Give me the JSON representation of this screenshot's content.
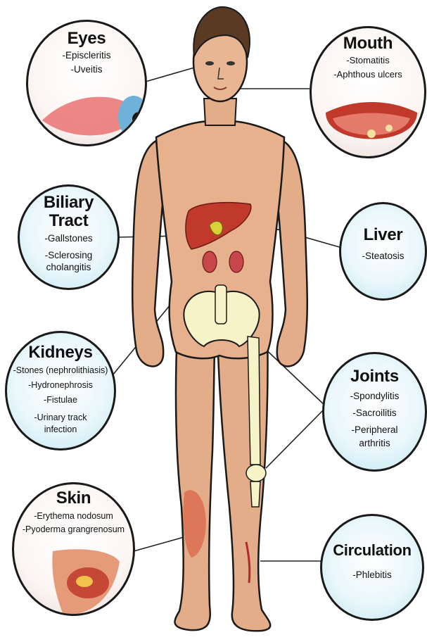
{
  "eyes": {
    "title": "Eyes",
    "items": [
      "-Episcleritis",
      "-Uveitis"
    ]
  },
  "mouth": {
    "title": "Mouth",
    "items": [
      "-Stomatitis",
      "-Aphthous ulcers"
    ]
  },
  "biliary": {
    "title_line1": "Biliary",
    "title_line2": "Tract",
    "items": [
      "-Gallstones",
      "-Sclerosing",
      "cholangitis"
    ]
  },
  "liver": {
    "title": "Liver",
    "items": [
      "-Steatosis"
    ]
  },
  "kidneys": {
    "title": "Kidneys",
    "items": [
      "-Stones (nephrolithiasis)",
      "-Hydronephrosis",
      "-Fistulae",
      "-Urinary track",
      "infection"
    ]
  },
  "joints": {
    "title": "Joints",
    "items": [
      "-Spondylitis",
      "-Sacroilitis",
      "-Peripheral",
      "arthritis"
    ]
  },
  "skin": {
    "title": "Skin",
    "items": [
      "-Erythema nodosum",
      "-Pyoderma grangrenosum"
    ]
  },
  "circulation": {
    "title": "Circulation",
    "items": [
      "-Phlebitis"
    ]
  },
  "colors": {
    "skin": "#e8b48f",
    "outline": "#1a1a1a",
    "bubble_fill": "#dff2f8",
    "liver": "#c0392b",
    "bone": "#f7f3c8",
    "hair": "#5a3a22"
  }
}
